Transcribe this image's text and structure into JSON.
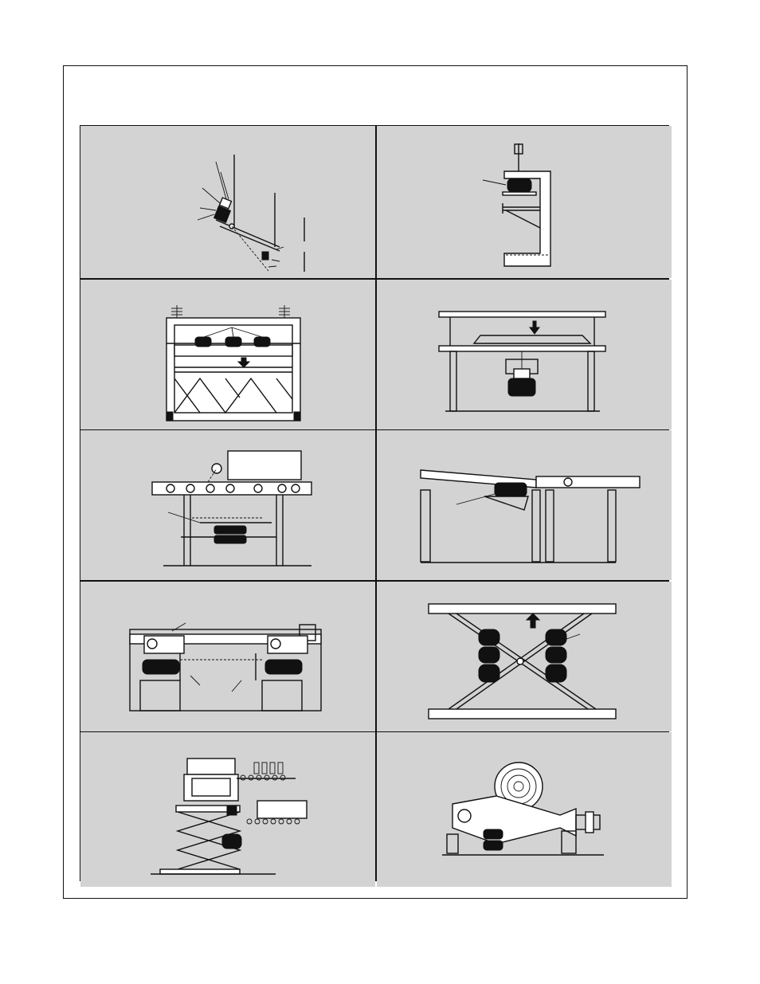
{
  "figures": [
    {
      "id": "fig-1",
      "icon": "angled-chute-air-spring-illustration"
    },
    {
      "id": "fig-2",
      "icon": "c-frame-clamp-air-spring-illustration"
    },
    {
      "id": "fig-3",
      "icon": "press-frame-triple-air-spring-illustration"
    },
    {
      "id": "fig-4",
      "icon": "lift-table-air-spring-illustration"
    },
    {
      "id": "fig-5",
      "icon": "roller-conveyor-stop-illustration"
    },
    {
      "id": "fig-6",
      "icon": "tilting-conveyor-section-illustration"
    },
    {
      "id": "fig-7",
      "icon": "dual-drive-conveyor-illustration"
    },
    {
      "id": "fig-8",
      "icon": "scissor-lift-air-spring-illustration"
    },
    {
      "id": "fig-9",
      "icon": "bottle-scissor-lift-illustration"
    },
    {
      "id": "fig-10",
      "icon": "log-cradle-air-spring-illustration"
    }
  ]
}
